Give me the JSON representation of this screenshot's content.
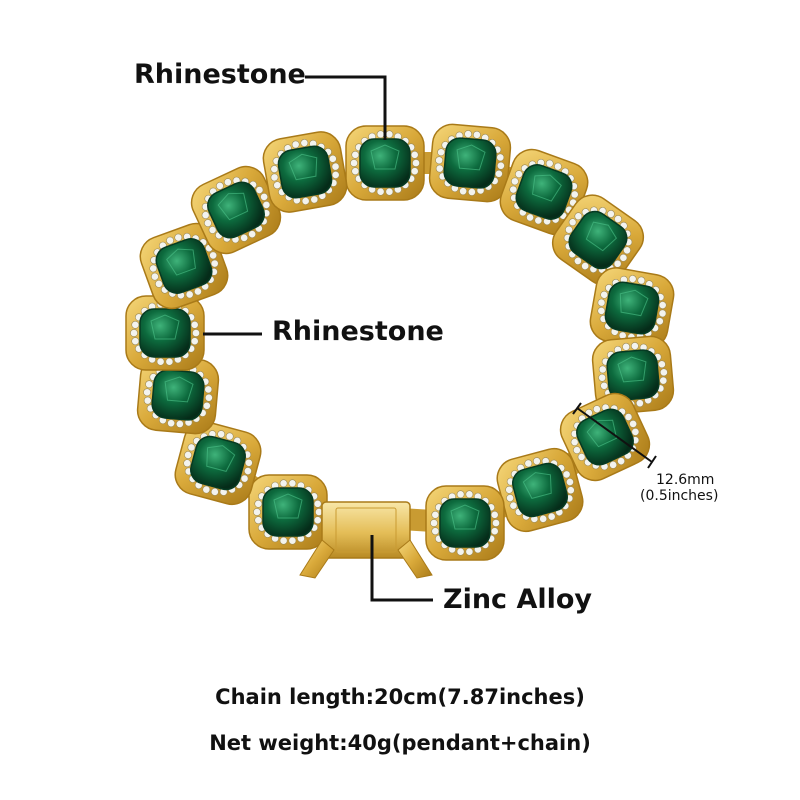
{
  "callouts": {
    "top_label": "Rhinestone",
    "side_label": "Rhinestone",
    "clasp_label": "Zinc Alloy"
  },
  "dimension": {
    "mm": "12.6mm",
    "inches": "(0.5inches)"
  },
  "specs": {
    "chain_length": "Chain length:20cm(7.87inches)",
    "net_weight": "Net weight:40g(pendant+chain)"
  },
  "colors": {
    "gold": "#d9a93a",
    "gold_dark": "#a97a18",
    "emerald": "#0d6b3e",
    "emerald_dark": "#063a22",
    "rhinestone": "#f3f3ee",
    "ink": "#111111"
  }
}
